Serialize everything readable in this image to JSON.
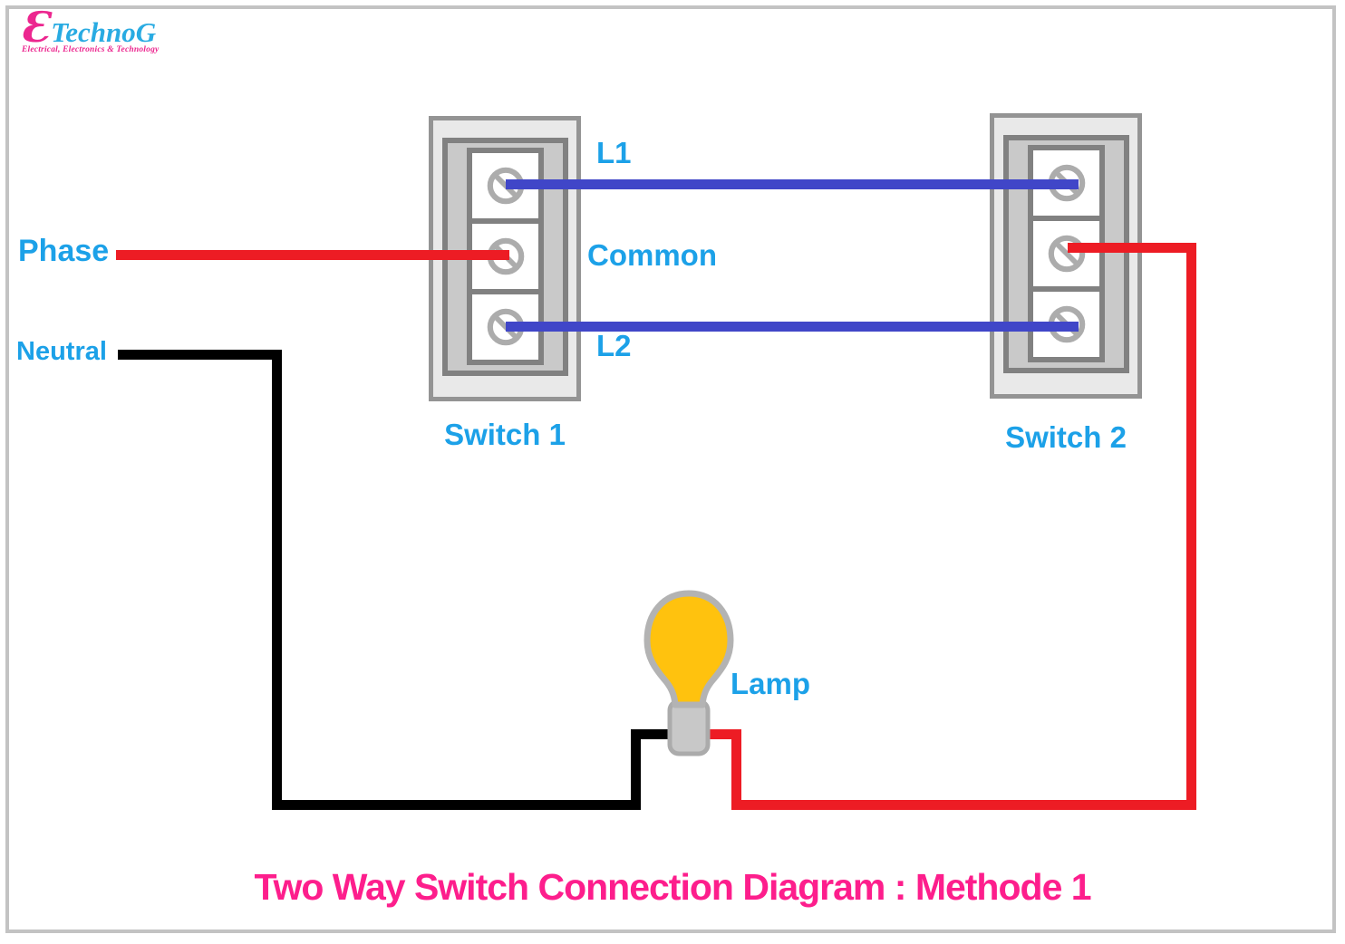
{
  "title": "Two Way Switch Connection Diagram : Methode 1",
  "logo": {
    "initial": "Ɛ",
    "name": "TechnoG",
    "tagline": "Electrical, Electronics & Technology"
  },
  "labels": {
    "phase": "Phase",
    "neutral": "Neutral",
    "l1": "L1",
    "common": "Common",
    "l2": "L2",
    "switch1": "Switch 1",
    "switch2": "Switch 2",
    "lamp": "Lamp"
  },
  "colors": {
    "label_blue": "#1ca1e8",
    "title_pink": "#fd1e8c",
    "logo_pink": "#ec268f",
    "logo_cyan": "#29abe2",
    "wire_red": "#ed1c24",
    "wire_blue": "#4046c8",
    "wire_black": "#000000",
    "bulb_yellow": "#ffc20e",
    "bulb_outline": "#b3b3b3",
    "base_gray": "#c8c8c8",
    "base_outline": "#ababab",
    "switch_light": "#e9e9e9",
    "switch_mid": "#c9c9c9",
    "switch_border_outer": "#949494",
    "switch_border_inner": "#818181",
    "screw_gray": "#acacac",
    "page_border": "#c3c3c3"
  }
}
